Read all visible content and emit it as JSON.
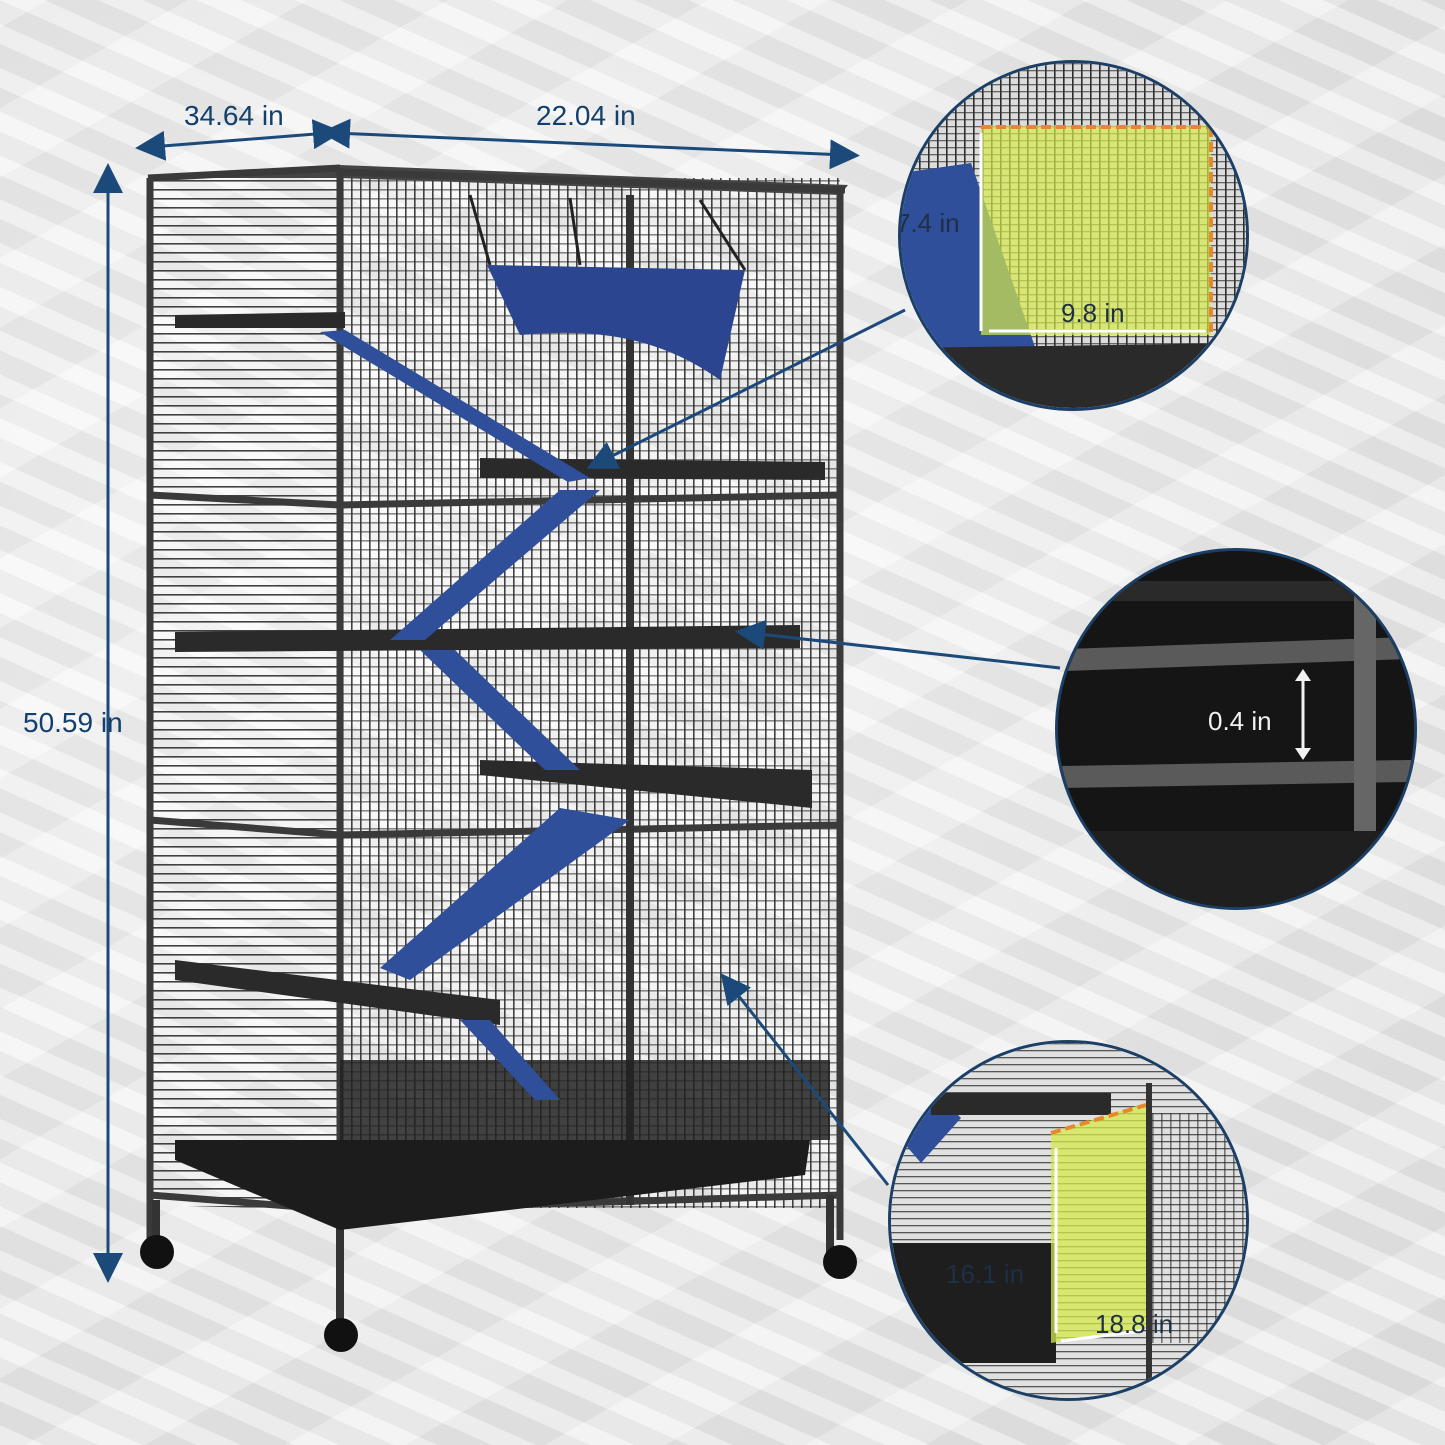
{
  "colors": {
    "dimension_line": "#1b4a7a",
    "cage_frame": "#3a3a3a",
    "ramp_blue": "#2f4f9a",
    "highlight_yellow": "#d4ea4a",
    "highlight_orange": "#e58a2a"
  },
  "dimensions": {
    "depth": "34.64 in",
    "width": "22.04 in",
    "height": "50.59 in"
  },
  "details": {
    "top_platform": {
      "height": "7.4 in",
      "width": "9.8 in"
    },
    "bar_spacing": {
      "gap": "0.4 in"
    },
    "door": {
      "height": "16.1 in",
      "width": "18.8 in"
    }
  }
}
